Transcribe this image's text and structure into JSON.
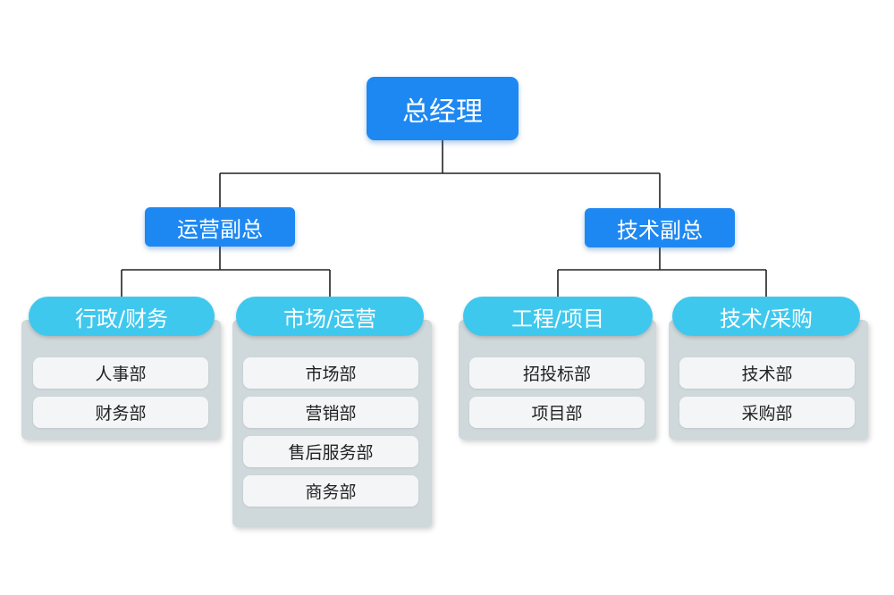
{
  "ceo": {
    "label": "总经理"
  },
  "vps": [
    {
      "label": "运营副总",
      "departments": [
        {
          "label": "行政/财务",
          "units": [
            "人事部",
            "财务部"
          ]
        },
        {
          "label": "市场/运营",
          "units": [
            "市场部",
            "营销部",
            "售后服务部",
            "商务部"
          ]
        }
      ]
    },
    {
      "label": "技术副总",
      "departments": [
        {
          "label": "工程/项目",
          "units": [
            "招投标部",
            "项目部"
          ]
        },
        {
          "label": "技术/采购",
          "units": [
            "技术部",
            "采购部"
          ]
        }
      ]
    }
  ],
  "colors": {
    "primary": "#1e88f2",
    "secondary": "#3fc8ee",
    "panel": "#cfd8db",
    "unit_fill": "#f4f5f6",
    "connector": "#222222"
  }
}
